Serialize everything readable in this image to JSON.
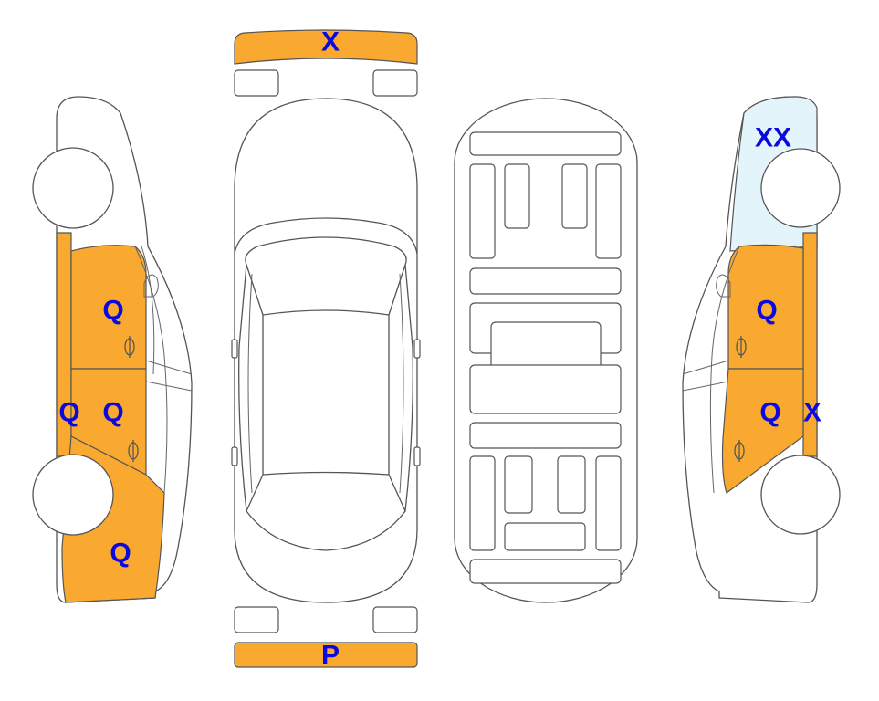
{
  "colors": {
    "damage": "#F9A930",
    "glass_damage": "#E3F5FB",
    "label": "#0A0ADF"
  },
  "panels": {
    "front_bumper": {
      "label": "X",
      "marked": true
    },
    "rear_bumper": {
      "label": "P",
      "marked": true
    },
    "left_front_door": {
      "label": "Q",
      "marked": true
    },
    "left_rear_door": {
      "label": "Q",
      "marked": true
    },
    "left_b_pillar": {
      "label": "Q",
      "marked": true
    },
    "left_rear_quarter": {
      "label": "Q",
      "marked": true
    },
    "right_front_fender": {
      "label": "XX",
      "marked": true
    },
    "right_front_door": {
      "label": "Q",
      "marked": true
    },
    "right_rear_door": {
      "label": "Q",
      "marked": true
    },
    "right_b_pillar": {
      "label": "X",
      "marked": true
    }
  }
}
